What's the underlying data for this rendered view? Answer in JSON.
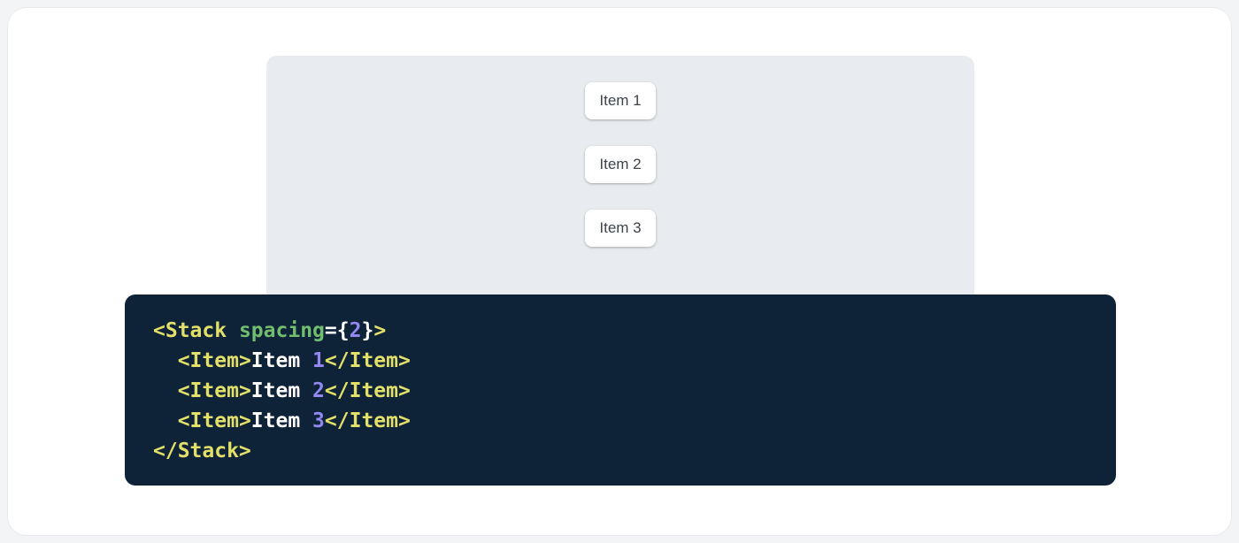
{
  "demo": {
    "items": [
      {
        "label": "Item 1"
      },
      {
        "label": "Item 2"
      },
      {
        "label": "Item 3"
      }
    ]
  },
  "code": {
    "lines": [
      {
        "tokens": [
          {
            "text": "<Stack",
            "type": "tag"
          },
          {
            "text": " ",
            "type": "plain"
          },
          {
            "text": "spacing",
            "type": "attr"
          },
          {
            "text": "={",
            "type": "plain"
          },
          {
            "text": "2",
            "type": "number"
          },
          {
            "text": "}",
            "type": "plain"
          },
          {
            "text": ">",
            "type": "tag"
          }
        ]
      },
      {
        "tokens": [
          {
            "text": "  ",
            "type": "plain"
          },
          {
            "text": "<Item>",
            "type": "tag"
          },
          {
            "text": "Item ",
            "type": "plain"
          },
          {
            "text": "1",
            "type": "number"
          },
          {
            "text": "</Item>",
            "type": "tag"
          }
        ]
      },
      {
        "tokens": [
          {
            "text": "  ",
            "type": "plain"
          },
          {
            "text": "<Item>",
            "type": "tag"
          },
          {
            "text": "Item ",
            "type": "plain"
          },
          {
            "text": "2",
            "type": "number"
          },
          {
            "text": "</Item>",
            "type": "tag"
          }
        ]
      },
      {
        "tokens": [
          {
            "text": "  ",
            "type": "plain"
          },
          {
            "text": "<Item>",
            "type": "tag"
          },
          {
            "text": "Item ",
            "type": "plain"
          },
          {
            "text": "3",
            "type": "number"
          },
          {
            "text": "</Item>",
            "type": "tag"
          }
        ]
      },
      {
        "tokens": [
          {
            "text": "</Stack>",
            "type": "tag"
          }
        ]
      }
    ]
  },
  "colors": {
    "page-bg": "#f3f4f6",
    "card-bg": "#ffffff",
    "card-border": "#e7e9ec",
    "panel-bg": "#e8ebef",
    "item-bg": "#ffffff",
    "item-text": "#3d434b",
    "code-bg": "#0e2238",
    "code-plain": "#ffffff",
    "code-tag": "#e3e069",
    "code-attr": "#71be6e",
    "code-number": "#9387f0"
  }
}
